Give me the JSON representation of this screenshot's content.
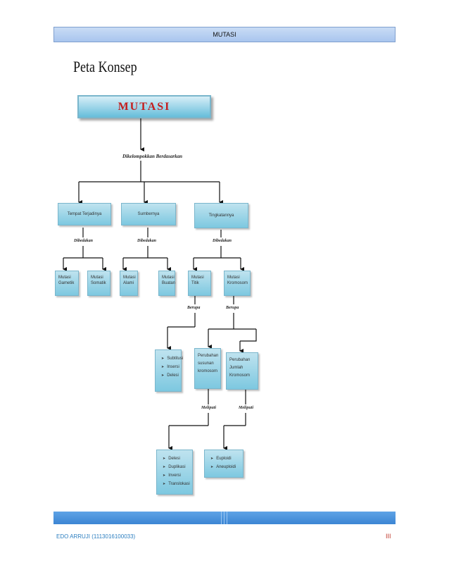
{
  "header": {
    "title": "MUTASI"
  },
  "section_title": "Peta Konsep",
  "concept_map": {
    "root": "MUTASI",
    "root_link": "Dikelompokkan Berdasarkan",
    "categories": [
      {
        "label": "Tempat Terjadinya",
        "link": "Dibedakan"
      },
      {
        "label": "Sumbernya",
        "link": "Dibedakan"
      },
      {
        "label": "Tingkatannya",
        "link": "Dibedakan"
      }
    ],
    "leaves": [
      {
        "line1": "Mutasi",
        "line2": "Gametik"
      },
      {
        "line1": "Mutasi",
        "line2": "Somatik"
      },
      {
        "line1": "Mutasi",
        "line2": "Alami"
      },
      {
        "line1": "Mutasi",
        "line2": "Buatan"
      },
      {
        "line1": "Mutasi Titik",
        "line2": ""
      },
      {
        "line1": "Mutasi",
        "line2": "Kromosom"
      }
    ],
    "link_berupa_1": "Berupa",
    "link_berupa_2": "Berupa",
    "point_mutations": [
      "Subtitusi",
      "Insersi",
      "Delesi"
    ],
    "structure_change": {
      "line1": "Perubahan",
      "line2": "susunan",
      "line3": "kromosom"
    },
    "number_change": {
      "line1": "Perubahan",
      "line2": "Jumlah",
      "line3": "Kromosom"
    },
    "link_meliputi_1": "Meliputi",
    "link_meliputi_2": "Meliputi",
    "structure_types": [
      "Delesi",
      "Duplikasi",
      "Inversi",
      "Translokasi"
    ],
    "number_types": [
      "Euploidi",
      "Aneuploidi"
    ]
  },
  "footer": {
    "author": "EDO ARRUJI (1113016100033)",
    "page": "III"
  }
}
